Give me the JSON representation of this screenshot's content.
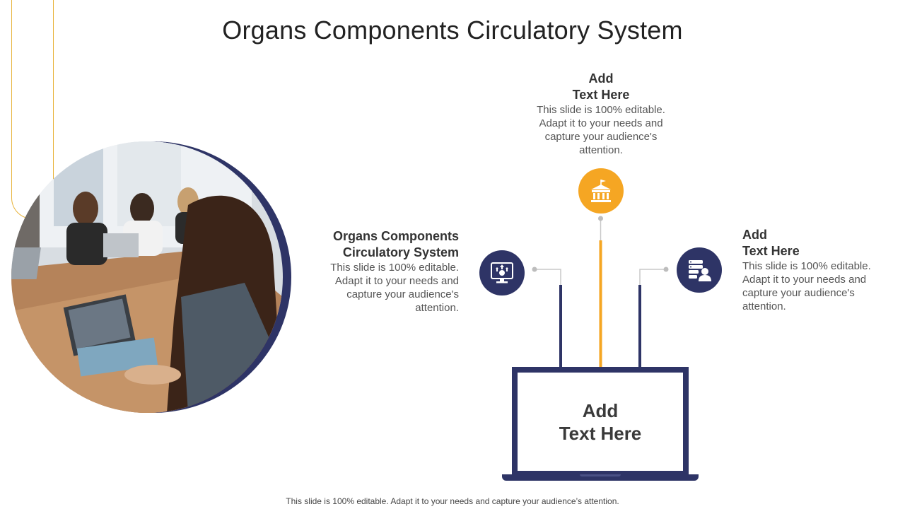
{
  "slide": {
    "title": "Organs Components Circulatory System",
    "footer": "This slide is 100% editable. Adapt it to your needs and capture your audience’s attention."
  },
  "blocks": {
    "top": {
      "title": "Add\nText Here",
      "text": "This slide is 100% editable. Adapt it to your needs and capture your audience's attention.",
      "icon": "bank-building-icon"
    },
    "left": {
      "title": "Organs Components Circulatory System",
      "text": "This slide is 100% editable. Adapt it to your needs and capture your audience's attention.",
      "icon": "monitor-dollar-icon"
    },
    "right": {
      "title": "Add\nText Here",
      "text": "This slide is 100% editable. Adapt it to your needs and capture your audience's attention.",
      "icon": "server-user-icon"
    }
  },
  "laptop": {
    "text": "Add\nText Here"
  },
  "colors": {
    "navy": "#2e3466",
    "orange": "#f5a623",
    "gold_outline": "#e8b33a"
  }
}
